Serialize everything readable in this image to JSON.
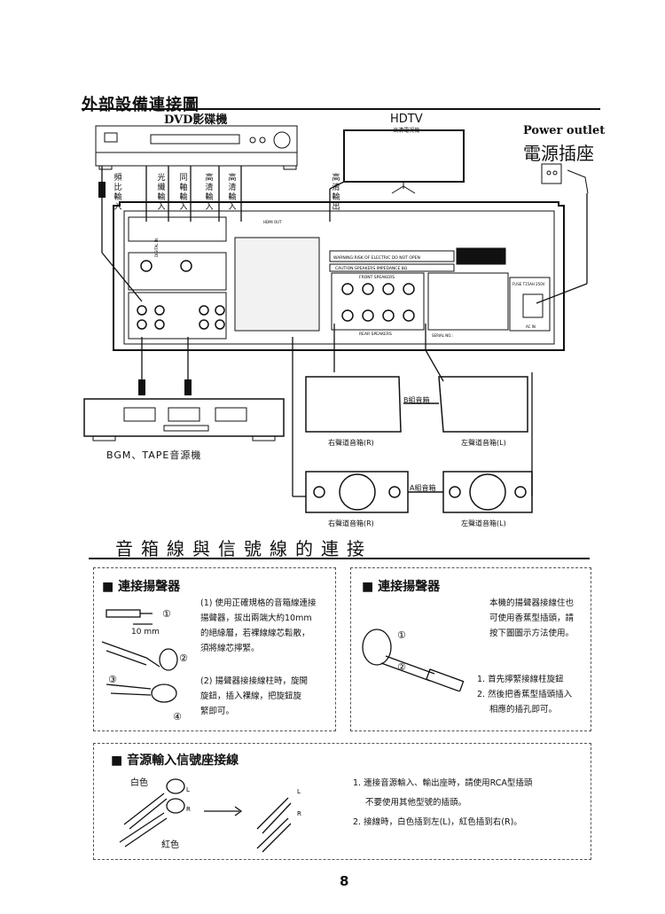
{
  "header": {
    "title": "外部設備連接圖"
  },
  "devices": {
    "dvd_label": "DVD影碟機",
    "hdtv_label": "HDTV",
    "hdtv_sub": "高清電視機",
    "power_en": "Power outlet",
    "power_zh": "電源插座",
    "bgm_label": "BGM、TAPE音源機"
  },
  "cable_labels": [
    "頻比輸入",
    "光纖輸入",
    "同軸輸入",
    "高清輸入",
    "高清輸入"
  ],
  "hdtv_cable_label": "高清輸出",
  "speakers": {
    "b_group": "B組音箱",
    "a_group": "A組音箱",
    "b_right": "右聲道音箱(R)",
    "b_left": "左聲道音箱(L)",
    "a_right": "右聲道音箱(R)",
    "a_left": "左聲道音箱(L)"
  },
  "panel": {
    "warning": "WARNING:RISK OF ELECTRIC DO NOT OPEN",
    "caution": "CAUTION:SPEAKERS IMPEDANCE 8Ω",
    "front": "FRONT SPEAKERS",
    "rear": "REAR SPEAKERS",
    "fuse": "FUSE T15AH 250V",
    "serial": "SERIAL NO.:",
    "ac": "AC IN",
    "digital": "DIGITAL IN",
    "hdmi": "HDMI OUT"
  },
  "section2": {
    "title": "音箱線與信號線的連接",
    "box1": {
      "heading": "■ 連接揚聲器",
      "mm": "10 mm",
      "step1": [
        "(1) 使用正確規格的音箱線連接",
        "揚聲器，拔出兩端大約10mm",
        "的絕緣層，若裸線線芯鬆散，",
        "須將線芯擰緊。"
      ],
      "step2": [
        "(2) 揚聲器接接線柱時，旋開",
        "旋鈕，插入裸線，把旋鈕旋",
        "緊即可。"
      ]
    },
    "box2": {
      "heading": "■ 連接揚聲器",
      "intro": [
        "本機的揚聲器接線住也",
        "可使用香蕉型插頭，請",
        "按下圖圖示方法使用。"
      ],
      "steps": [
        "1. 首先擰緊接線柱旋鈕",
        "2. 然後把香蕉型插頭插入",
        "相應的插孔即可。"
      ]
    },
    "box3": {
      "heading": "■ 音源輸入信號座接線",
      "white": "白色",
      "red": "紅色",
      "steps": [
        "1. 連接音源輸入、輸出座時，請使用RCA型插頭",
        "不要使用其他型號的插頭。",
        "2. 接線時，白色插到左(L)，紅色插到右(R)。"
      ]
    }
  },
  "page": {
    "number": "8"
  }
}
